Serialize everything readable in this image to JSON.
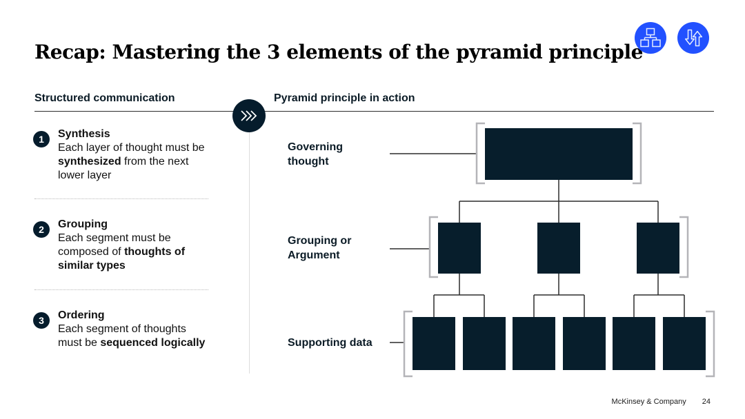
{
  "slide": {
    "title": "Recap: Mastering the 3 elements of the pyramid principle",
    "footer": {
      "company": "McKinsey & Company",
      "page_number": "24"
    }
  },
  "header_icons": [
    {
      "name": "org-chart-icon"
    },
    {
      "name": "up-down-arrows-icon"
    }
  ],
  "left_panel": {
    "header": "Structured communication",
    "items": [
      {
        "number": "1",
        "heading": "Synthesis",
        "body": [
          {
            "text": "Each layer of thought must be "
          },
          {
            "text": "synthesized",
            "bold": true
          },
          {
            "text": " from the next lower layer"
          }
        ]
      },
      {
        "number": "2",
        "heading": "Grouping",
        "body": [
          {
            "text": "Each segment must be composed of "
          },
          {
            "text": "thoughts of similar types",
            "bold": true
          }
        ]
      },
      {
        "number": "3",
        "heading": "Ordering",
        "body": [
          {
            "text": "Each segment of thoughts must be "
          },
          {
            "text": "sequenced logically",
            "bold": true
          }
        ]
      }
    ]
  },
  "right_panel": {
    "header": "Pyramid principle in action",
    "divider_icon": "triple-chevron-right-icon",
    "labels": {
      "governing": "Governing thought",
      "grouping": "Grouping or Argument",
      "supporting": "Supporting data"
    },
    "pyramid_structure": {
      "top_row_boxes": 1,
      "middle_row_boxes": 3,
      "bottom_row_boxes": 6
    }
  },
  "colors": {
    "accent_blue": "#2251FF",
    "dark_navy": "#051C2C",
    "box_fill": "#071E2C",
    "bracket_gray": "#B4B4B8",
    "connector": "#2B2B2B"
  }
}
